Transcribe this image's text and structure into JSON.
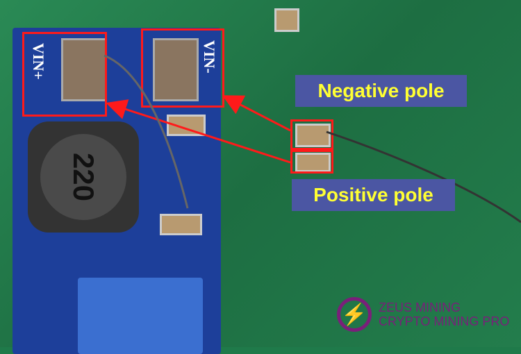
{
  "module": {
    "vin_plus": "VIN+",
    "vin_minus": "VIN-",
    "inductor": "220"
  },
  "labels": {
    "negative": "Negative pole",
    "positive": "Positive pole"
  },
  "watermark": {
    "line1": "ZEUS MINING",
    "line2": "CRYPTO MINING PRO",
    "icon": "lightning-bolt-icon"
  },
  "colors": {
    "highlight": "#ff1a1a",
    "label_bg": "#4b56a3",
    "label_text": "#ffff33",
    "pcb": "#1f7a4a",
    "module": "#1d3f9a"
  }
}
